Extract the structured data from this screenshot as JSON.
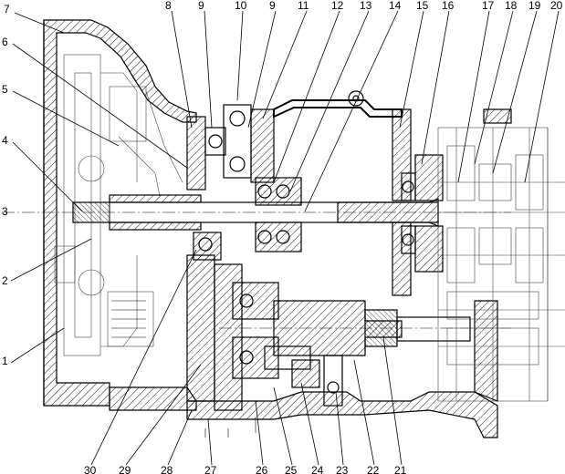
{
  "callouts": {
    "top": [
      "7",
      "8",
      "9",
      "10",
      "9",
      "11",
      "12",
      "13",
      "14",
      "15",
      "16",
      "17",
      "18",
      "19",
      "20"
    ],
    "left": [
      "6",
      "5",
      "4",
      "3",
      "2",
      "1"
    ],
    "bottom": [
      "30",
      "29",
      "28",
      "27",
      "26",
      "25",
      "24",
      "23",
      "22",
      "21"
    ]
  }
}
